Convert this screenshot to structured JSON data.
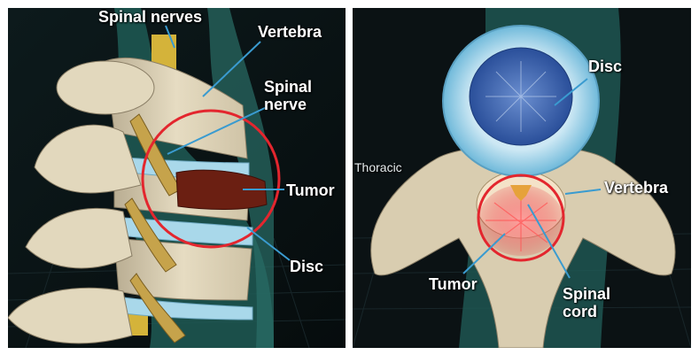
{
  "left_panel": {
    "labels": {
      "spinal_nerves": "Spinal nerves",
      "vertebra": "Vertebra",
      "spinal_nerve": "Spinal\nnerve",
      "tumor": "Tumor",
      "disc": "Disc"
    }
  },
  "right_panel": {
    "labels": {
      "disc": "Disc",
      "thoracic": "Thoracic",
      "vertebra": "Vertebra",
      "tumor": "Tumor",
      "spinal_cord": "Spinal\ncord"
    }
  },
  "colors": {
    "background": "#0b1416",
    "body_silhouette": "#1f5a55",
    "bone": "#d9cdb0",
    "disc": "#a9d8ea",
    "tumor": "#6b1f12",
    "highlight_circle": "#e3262e",
    "pointer_line": "#3a9bd0"
  }
}
